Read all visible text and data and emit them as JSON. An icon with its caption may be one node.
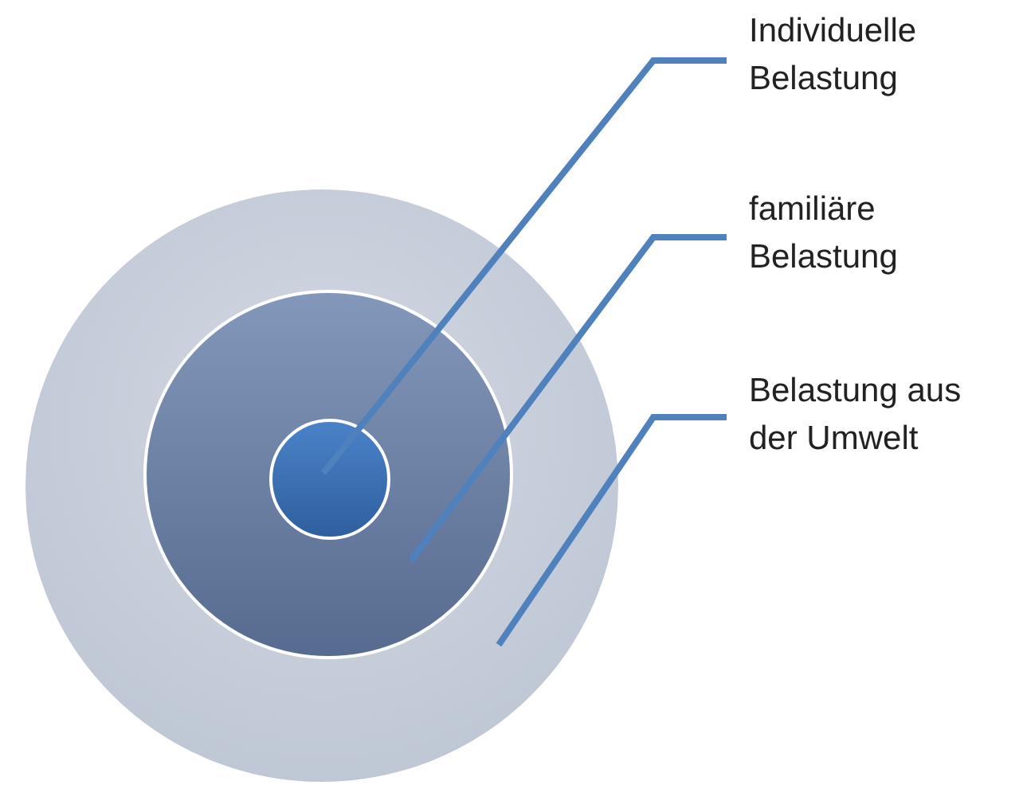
{
  "diagram": {
    "nodes": [
      {
        "text": [
          "Individuelle Belastung"
        ]
      },
      {
        "text": [
          "familiäre Belastung"
        ]
      },
      {
        "text": [
          "Belastung aus der Umwelt"
        ]
      },
      {
        "text": [],
        "shape": "circle"
      },
      {
        "text": [],
        "shape": "circle",
        "in": 3
      },
      {
        "text": [],
        "shape": "circle",
        "in": 4
      }
    ],
    "edges": [
      {
        "from": 0,
        "to": 5,
        "arrow": "none"
      },
      {
        "from": 1,
        "to": 4,
        "arrow": "none"
      },
      {
        "from": 2,
        "to": 3,
        "arrow": "none"
      }
    ]
  }
}
